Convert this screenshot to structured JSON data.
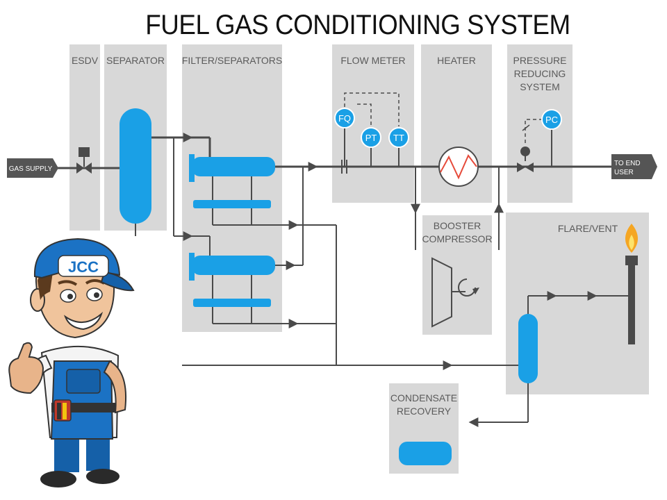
{
  "title": "FUEL GAS CONDITIONING SYSTEM",
  "sections": {
    "esdv": "ESDV",
    "separator": "SEPARATOR",
    "filter_separators": "FILTER/SEPARATORS",
    "flow_meter": "FLOW METER",
    "heater": "HEATER",
    "pressure_reducing": [
      "PRESSURE",
      "REDUCING",
      "SYSTEM"
    ],
    "booster_compressor": [
      "BOOSTER",
      "COMPRESSOR"
    ],
    "flare_vent": "FLARE/VENT",
    "condensate_recovery": [
      "CONDENSATE",
      "RECOVERY"
    ]
  },
  "io": {
    "gas_supply": "GAS SUPPLY",
    "to_end_user": [
      "TO END",
      "USER"
    ]
  },
  "instruments": {
    "fq": "FQ",
    "pt": "PT",
    "tt": "TT",
    "pc": "PC"
  },
  "mascot": {
    "cap_logo": "JCC"
  },
  "colors": {
    "panel": "#d8d8d8",
    "equipment": "#1aa0e6",
    "pipe": "#4a4a4a",
    "label": "#5a5a5a"
  }
}
